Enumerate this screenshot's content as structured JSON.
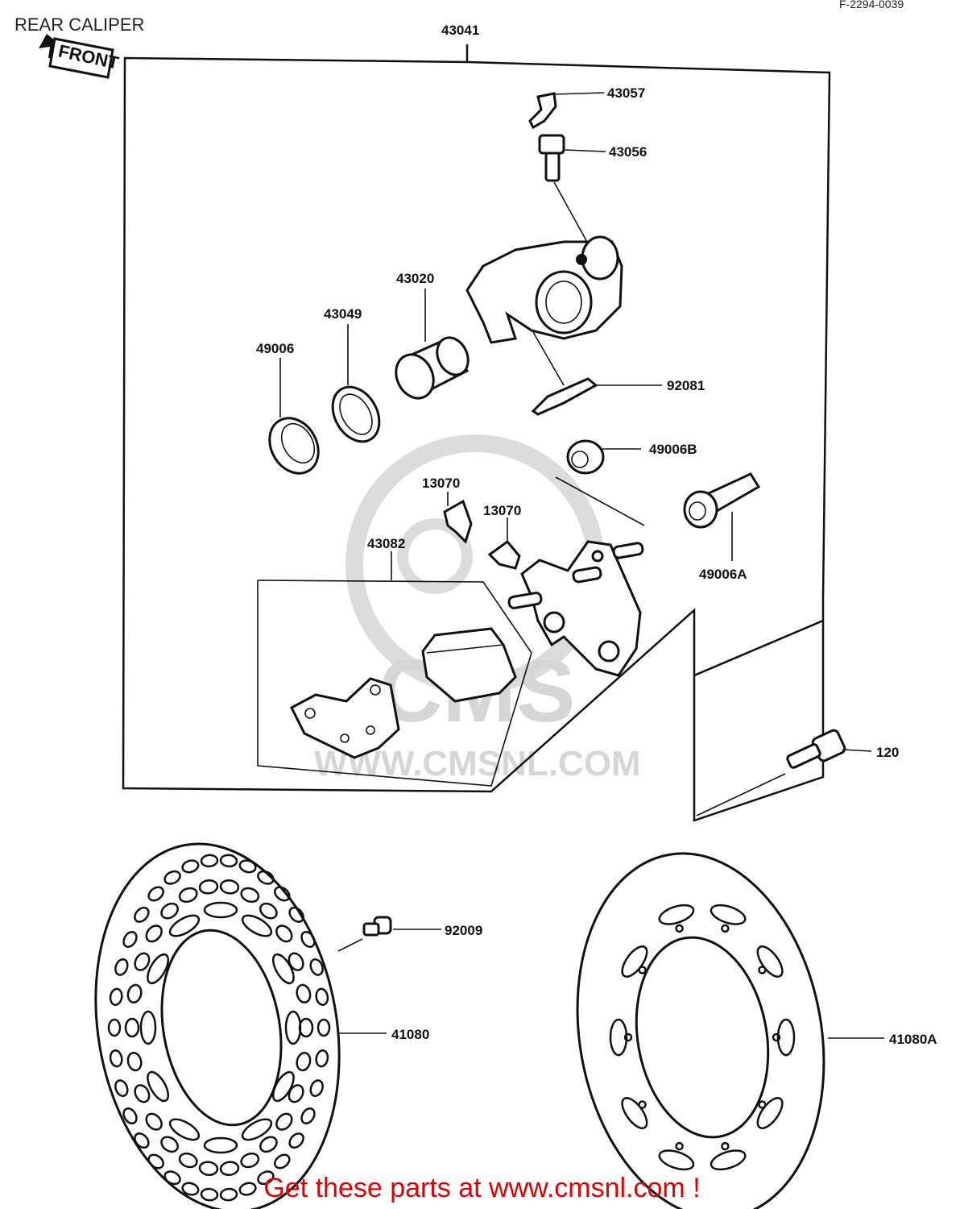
{
  "title": "REAR CALIPER",
  "ref_code": "F-2294-0039",
  "front_label": "FRONT",
  "watermark": {
    "logo_text": "CMS",
    "url": "WWW.CMSNL.COM"
  },
  "footer": "Get these parts at www.cmsnl.com !",
  "parts": [
    {
      "id": "p43041",
      "label": "43041"
    },
    {
      "id": "p43057",
      "label": "43057"
    },
    {
      "id": "p43056",
      "label": "43056"
    },
    {
      "id": "p43020",
      "label": "43020"
    },
    {
      "id": "p43049",
      "label": "43049"
    },
    {
      "id": "p49006",
      "label": "49006"
    },
    {
      "id": "p92081",
      "label": "92081"
    },
    {
      "id": "p49006B",
      "label": "49006B"
    },
    {
      "id": "p13070a",
      "label": "13070"
    },
    {
      "id": "p13070b",
      "label": "13070"
    },
    {
      "id": "p43082",
      "label": "43082"
    },
    {
      "id": "p49006A",
      "label": "49006A"
    },
    {
      "id": "p120",
      "label": "120"
    },
    {
      "id": "p92009",
      "label": "92009"
    },
    {
      "id": "p41080",
      "label": "41080"
    },
    {
      "id": "p41080A",
      "label": "41080A"
    }
  ]
}
